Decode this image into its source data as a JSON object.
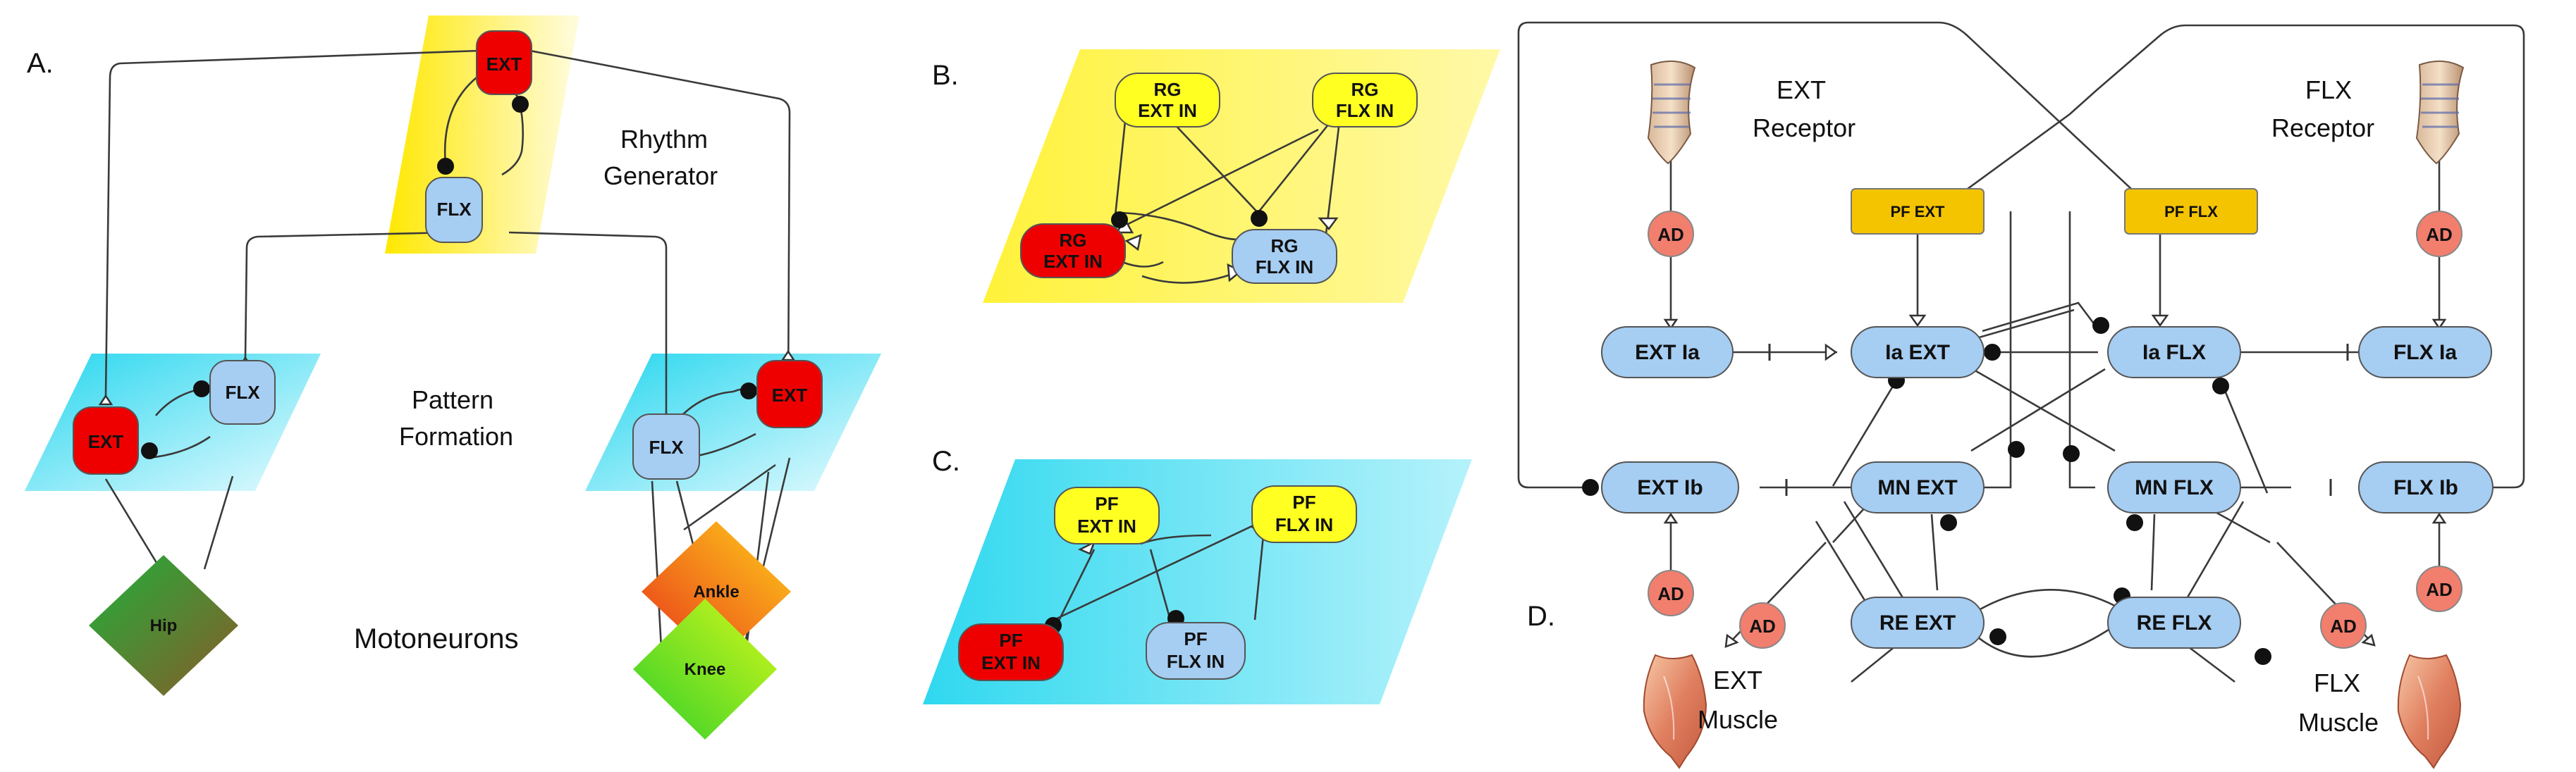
{
  "panels": {
    "a": {
      "letter": "A.",
      "labels": {
        "rhythm_generator_1": "Rhythm",
        "rhythm_generator_2": "Generator",
        "pattern_formation_1": "Pattern",
        "pattern_formation_2": "Formation",
        "motoneurons": "Motoneurons"
      },
      "rg": {
        "ext": "EXT",
        "flx": "FLX"
      },
      "pf_left": {
        "ext": "EXT",
        "flx": "FLX"
      },
      "pf_right": {
        "ext": "EXT",
        "flx": "FLX"
      },
      "motoneurons": {
        "hip": "Hip",
        "ankle": "Ankle",
        "knee": "Knee"
      }
    },
    "b": {
      "letter": "B.",
      "rg_ext_in": [
        "RG",
        "EXT IN"
      ],
      "rg_flx_in": [
        "RG",
        "FLX IN"
      ],
      "rg_ext_in_red": [
        "RG",
        "EXT IN"
      ],
      "rg_flx_in_blue": [
        "RG",
        "FLX IN"
      ]
    },
    "c": {
      "letter": "C.",
      "pf_ext_in": [
        "PF",
        "EXT IN"
      ],
      "pf_flx_in": [
        "PF",
        "FLX IN"
      ],
      "pf_ext_in_red": [
        "PF",
        "EXT IN"
      ],
      "pf_flx_in_blue": [
        "PF",
        "FLX IN"
      ]
    },
    "d": {
      "letter": "D.",
      "ext_receptor": [
        "EXT",
        "Receptor"
      ],
      "flx_receptor": [
        "FLX",
        "Receptor"
      ],
      "ext_muscle": [
        "EXT",
        "Muscle"
      ],
      "flx_muscle": [
        "FLX",
        "Muscle"
      ],
      "pf_ext": "PF EXT",
      "pf_flx": "PF FLX",
      "ext_ia": "EXT Ia",
      "ia_ext": "Ia EXT",
      "ia_flx": "Ia FLX",
      "flx_ia": "FLX Ia",
      "ext_ib": "EXT Ib",
      "mn_ext": "MN EXT",
      "mn_flx": "MN FLX",
      "flx_ib": "FLX Ib",
      "re_ext": "RE EXT",
      "re_flx": "RE FLX",
      "ad": "AD"
    }
  },
  "colors": {
    "ext_red": "#ee0000",
    "flx_blue": "#a6cdf2",
    "in_yellow": "#ffff22",
    "pf_gold": "#f5c400",
    "ad_salmon": "#f27e6e",
    "rg_plane": "#ffee44",
    "pf_plane": "#33ddf0"
  }
}
